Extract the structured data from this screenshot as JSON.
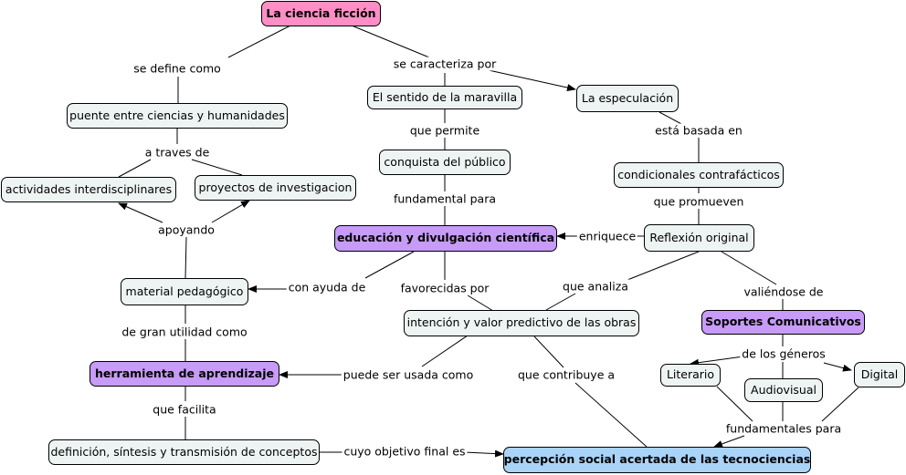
{
  "concepts": {
    "ciencia_ficcion": "La ciencia ficción",
    "puente": "puente entre ciencias y humanidades",
    "actividades": "actividades interdisciplinares",
    "proyectos": "proyectos de investigacion",
    "material": "material pedagógico",
    "herramienta": "herramienta de aprendizaje",
    "definicion": "definición, síntesis y transmisión de conceptos",
    "maravilla": "El sentido de la maravilla",
    "conquista": "conquista del público",
    "educacion": "educación y divulgación científica",
    "intencion": "intención y valor predictivo de las obras",
    "percepcion": "percepción social acertada de las tecnociencias",
    "especulacion": "La especulación",
    "condicionales": "condicionales contrafácticos",
    "reflexion": "Reflexión original",
    "soportes": "Soportes Comunicativos",
    "literario": "Literario",
    "audiovisual": "Audiovisual",
    "digital": "Digital"
  },
  "link_phrases": {
    "se_define_como": "se define como",
    "se_caracteriza_por": "se caracteriza por",
    "a_traves_de": "a traves de",
    "apoyando": "apoyando",
    "con_ayuda_de": "con ayuda de",
    "de_gran_utilidad_como": "de gran utilidad como",
    "que_facilita": "que facilita",
    "cuyo_objetivo_final_es": "cuyo objetivo final es",
    "que_permite": "que permite",
    "fundamental_para": "fundamental para",
    "favorecidas_por": "favorecidas por",
    "puede_ser_usada_como": "puede ser usada como",
    "que_contribuye_a": "que contribuye a",
    "esta_basada_en": "está basada en",
    "que_promueven": "que promueven",
    "enriquece": "enriquece",
    "que_analiza": "que analiza",
    "valiendose_de": "valiéndose de",
    "de_los_generos": "de los géneros",
    "fundamentales_para": "fundamentales para"
  },
  "colors": {
    "default_node": "#eef4f3",
    "root_node": "#ff8ec6",
    "highlight_node": "#c79bf7",
    "goal_node": "#a9d3f7",
    "connector": "#000000"
  }
}
